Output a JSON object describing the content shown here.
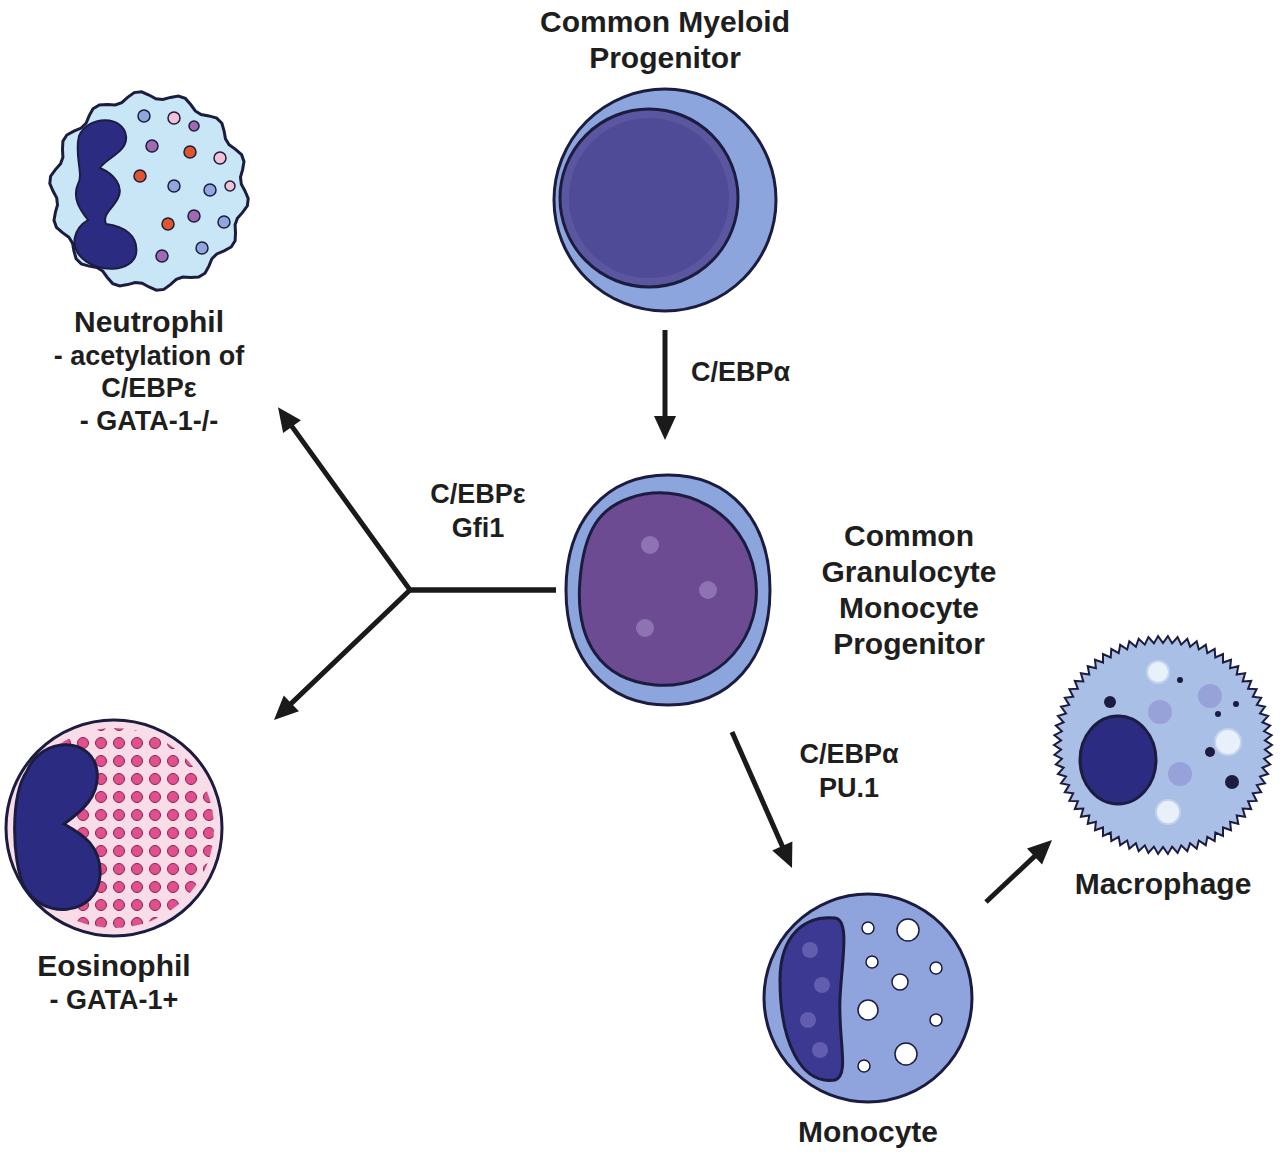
{
  "diagram": {
    "nodes": [
      {
        "text": [
          "Common Myeloid Progenitor"
        ]
      },
      {
        "text": [
          "Common Granulocyte Monocyte Progenitor"
        ]
      },
      {
        "text": [
          "Neutrophil",
          "- acetylation of C/EBPε",
          "- GATA-1-/-"
        ]
      },
      {
        "text": [
          "Eosinophil",
          "- GATA-1+"
        ]
      },
      {
        "text": [
          "Monocyte"
        ]
      },
      {
        "text": [
          "Macrophage"
        ]
      }
    ],
    "edges": [
      {
        "from": 0,
        "to": 1,
        "arrow": "to",
        "label": "C/EBPα"
      },
      {
        "from": 1,
        "to": 2,
        "arrow": "to",
        "label": "C/EBPε Gfi1"
      },
      {
        "from": 1,
        "to": 3,
        "arrow": "to"
      },
      {
        "from": 1,
        "to": 4,
        "arrow": "to",
        "label": "C/EBPα PU.1"
      },
      {
        "from": 4,
        "to": 5,
        "arrow": "to"
      }
    ]
  }
}
